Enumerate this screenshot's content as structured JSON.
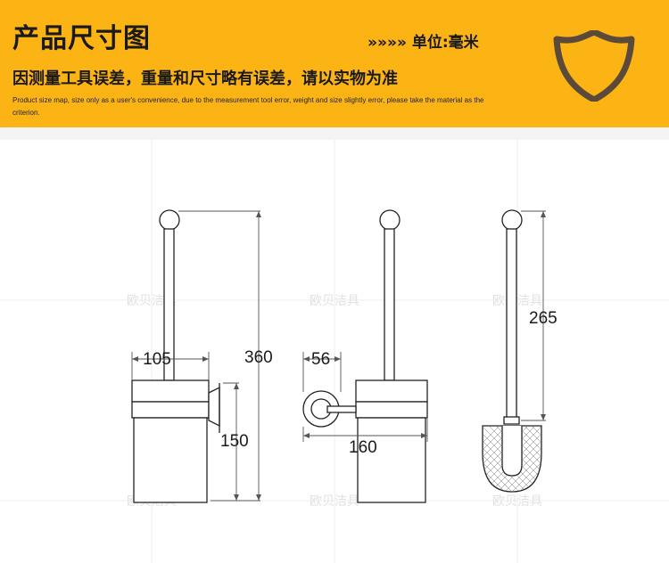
{
  "header": {
    "title": "产品尺寸图",
    "unit_label": "»»»» 单位:毫米",
    "subtitle": "因测量工具误差，重量和尺寸略有误差，请以实物为准",
    "note": "Product size map, size only as a user's convenience, due to the measurement tool error, weight and size slightly error, please take the material as the criterion.",
    "shield_icon": "shield-icon",
    "colors": {
      "banner": "#fcb415",
      "text": "#1a1a1a",
      "shield": "#5b4a3a"
    }
  },
  "watermarks": [
    "欧贝洁具",
    "欧贝洁具",
    "欧贝洁具",
    "欧贝洁具",
    "欧贝洁具",
    "欧贝洁具"
  ],
  "dimensions": {
    "front_width": "105",
    "front_height_total": "360",
    "front_cup_height": "150",
    "side_depth": "56",
    "side_total": "160",
    "section_height": "265"
  }
}
